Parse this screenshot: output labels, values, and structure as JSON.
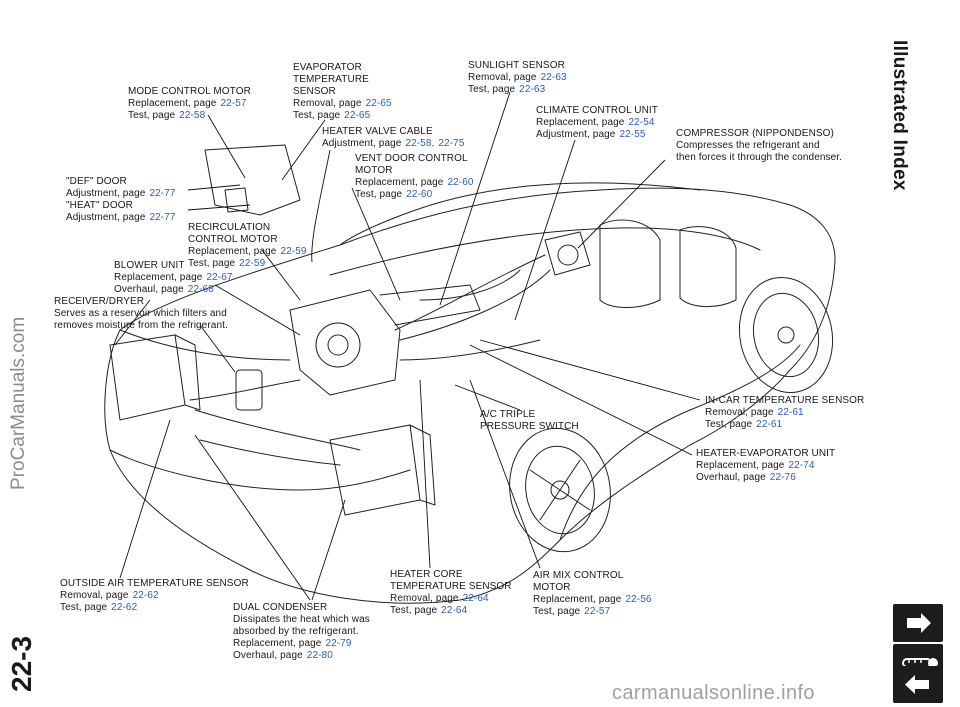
{
  "header": {
    "title": "Illustrated Index"
  },
  "footer": {
    "page_number": "22-3",
    "watermark_left": "ProCarManuals.com",
    "watermark_bottom": "carmanualsonline.info"
  },
  "callouts": {
    "mode_control": {
      "title": "MODE CONTROL MOTOR",
      "rows": [
        {
          "label": "Replacement, page",
          "page": "22-57"
        },
        {
          "label": "Test, page",
          "page": "22-58"
        }
      ]
    },
    "evap_temp": {
      "title_lines": [
        "EVAPORATOR",
        "TEMPERATURE",
        "SENSOR"
      ],
      "rows": [
        {
          "label": "Removal, page",
          "page": "22-65"
        },
        {
          "label": "Test, page",
          "page": "22-65"
        }
      ]
    },
    "sunlight": {
      "title": "SUNLIGHT SENSOR",
      "rows": [
        {
          "label": "Removal, page",
          "page": "22-63"
        },
        {
          "label": "Test, page",
          "page": "22-63"
        }
      ]
    },
    "climate": {
      "title": "CLIMATE CONTROL UNIT",
      "rows": [
        {
          "label": "Replacement, page",
          "page": "22-54"
        },
        {
          "label": "Adjustment, page",
          "page": "22-55"
        }
      ]
    },
    "compressor": {
      "title": "COMPRESSOR (NIPPONDENSO)",
      "lines": [
        "Compresses the refrigerant and",
        "then forces it through the condenser."
      ]
    },
    "heater_valve": {
      "title": "HEATER VALVE CABLE",
      "label": "Adjustment, page",
      "page1": "22-58,",
      "page2": "22-75"
    },
    "vent_door": {
      "title_lines": [
        "VENT DOOR CONTROL",
        "MOTOR"
      ],
      "rows": [
        {
          "label": "Replacement, page",
          "page": "22-60"
        },
        {
          "label": "Test, page",
          "page": "22-60"
        }
      ]
    },
    "def_door": {
      "def_title": "\"DEF\" DOOR",
      "def_label": "Adjustment, page",
      "def_page": "22-77",
      "heat_title": "\"HEAT\" DOOR",
      "heat_label": "Adjustment, page",
      "heat_page": "22-77"
    },
    "recirc": {
      "title_lines": [
        "RECIRCULATION",
        "CONTROL MOTOR"
      ],
      "rows": [
        {
          "label": "Replacement, page",
          "page": "22-59"
        },
        {
          "label": "Test, page",
          "page": "22-59"
        }
      ]
    },
    "blower": {
      "title": "BLOWER UNIT",
      "rows": [
        {
          "label": "Replacement, page",
          "page": "22-67"
        },
        {
          "label": "Overhaul, page",
          "page": "22-68"
        }
      ]
    },
    "receiver": {
      "title": "RECEIVER/DRYER",
      "lines": [
        "Serves as a reservoir which filters and",
        "removes moisture from the refrigerant."
      ]
    },
    "ac_triple": {
      "lines": [
        "A/C TRIPLE",
        "PRESSURE SWITCH"
      ]
    },
    "incar": {
      "title": "IN-CAR TEMPERATURE SENSOR",
      "rows": [
        {
          "label": "Removal, page",
          "page": "22-61"
        },
        {
          "label": "Test, page",
          "page": "22-61"
        }
      ]
    },
    "heater_evap": {
      "title": "HEATER-EVAPORATOR UNIT",
      "rows": [
        {
          "label": "Replacement, page",
          "page": "22-74"
        },
        {
          "label": "Overhaul, page",
          "page": "22-76"
        }
      ]
    },
    "outside_air": {
      "title": "OUTSIDE AIR TEMPERATURE SENSOR",
      "rows": [
        {
          "label": "Removal, page",
          "page": "22-62"
        },
        {
          "label": "Test, page",
          "page": "22-62"
        }
      ]
    },
    "condenser": {
      "title": "DUAL CONDENSER",
      "lines": [
        "Dissipates the heat which was",
        "absorbed by the refrigerant."
      ],
      "rows": [
        {
          "label": "Replacement, page",
          "page": "22-79"
        },
        {
          "label": "Overhaul, page",
          "page": "22-80"
        }
      ]
    },
    "heater_core": {
      "title_lines": [
        "HEATER CORE",
        "TEMPERATURE SENSOR"
      ],
      "rows": [
        {
          "label": "Removal, page",
          "page": "22-64"
        },
        {
          "label": "Test, page",
          "page": "22-64"
        }
      ]
    },
    "air_mix": {
      "title_lines": [
        "AIR MIX CONTROL",
        "MOTOR"
      ],
      "rows": [
        {
          "label": "Replacement, page",
          "page": "22-56"
        },
        {
          "label": "Test, page",
          "page": "22-57"
        }
      ]
    }
  },
  "nav": {
    "icons": [
      "arrow-right-icon",
      "thermometer-icon",
      "arrow-left-icon"
    ]
  },
  "colors": {
    "page_ref": "#2b5bc9",
    "ink": "#1a1a1a",
    "nav_bg": "#1c1c1c"
  }
}
